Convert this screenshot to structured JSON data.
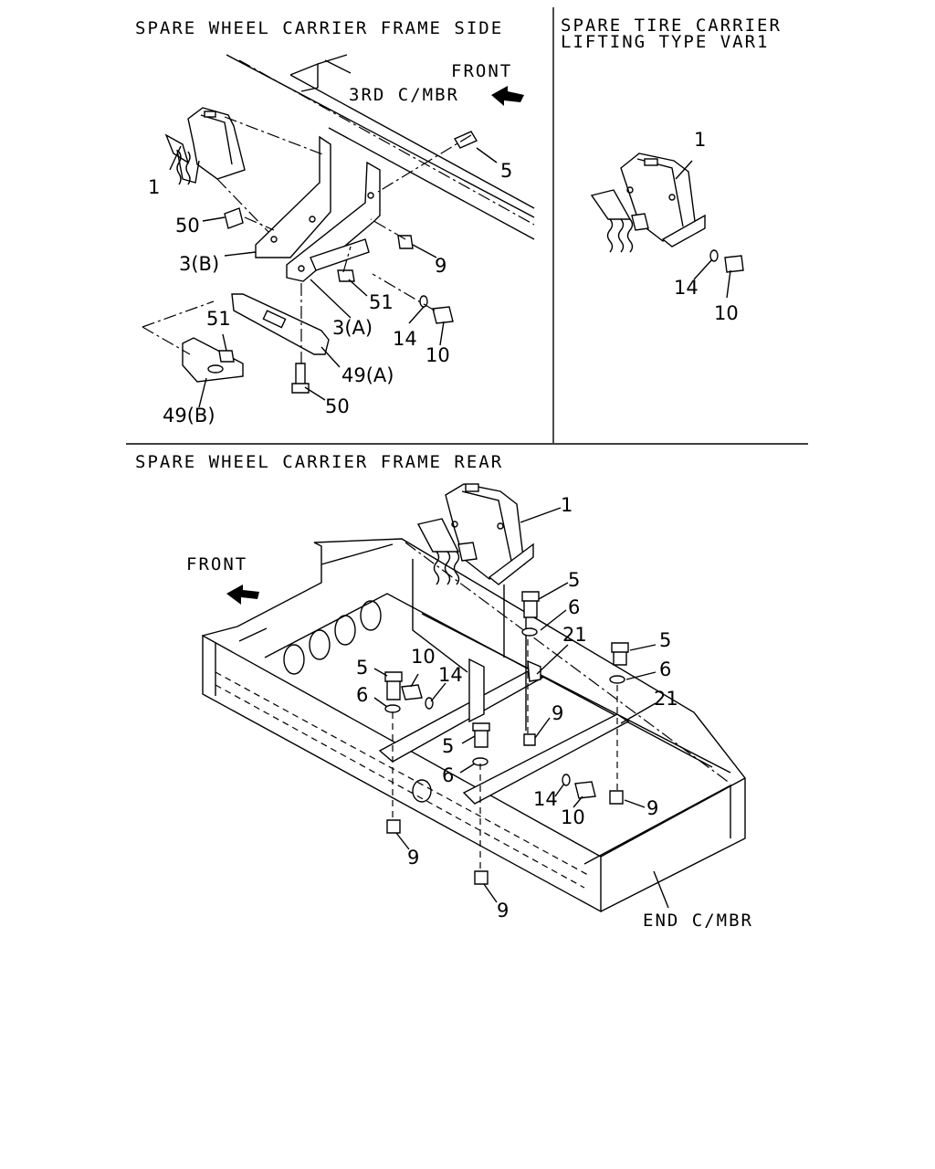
{
  "sections": {
    "frame_side": "SPARE WHEEL CARRIER FRAME SIDE",
    "lifting_type_line1": "SPARE TIRE CARRIER",
    "lifting_type_line2": "LIFTING TYPE VAR1",
    "frame_rear": "SPARE WHEEL CARRIER FRAME REAR"
  },
  "frame_side_labels": {
    "third_c_mbr": "3RD C/MBR",
    "front": "FRONT",
    "p1": "1",
    "p5": "5",
    "p50_top": "50",
    "p3b": "3(B)",
    "p9": "9",
    "p51_right": "51",
    "p3a": "3(A)",
    "p14": "14",
    "p10": "10",
    "p51_left": "51",
    "p49a": "49(A)",
    "p49b": "49(B)",
    "p50_bottom": "50"
  },
  "lifting_labels": {
    "p1": "1",
    "p14": "14",
    "p10": "10"
  },
  "frame_rear_labels": {
    "front": "FRONT",
    "p1": "1",
    "p5_a": "5",
    "p6_a": "6",
    "p21_a": "21",
    "p5_b": "5",
    "p6_b": "6",
    "p21_b": "21",
    "p5_c": "5",
    "p10_a": "10",
    "p14_a": "14",
    "p6_c": "6",
    "p9_a": "9",
    "p5_d": "5",
    "p6_d": "6",
    "p14_b": "14",
    "p10_b": "10",
    "p9_b": "9",
    "p9_c": "9",
    "p9_d": "9",
    "end_c_mbr": "END C/MBR"
  }
}
